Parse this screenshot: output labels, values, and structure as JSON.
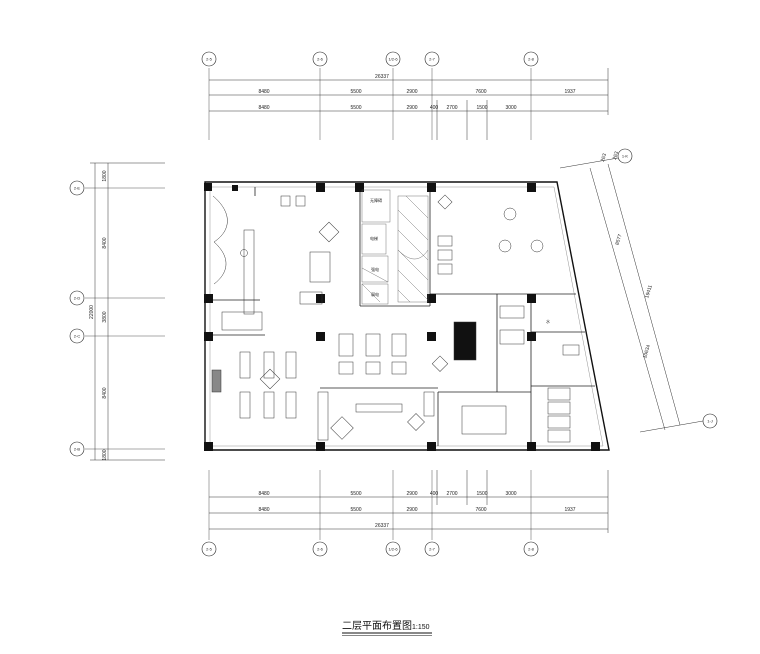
{
  "title": "二层平面布置图",
  "scale": "1:150",
  "axes": {
    "top": [
      "2-5",
      "2-6",
      "1/2-6",
      "2-7",
      "2-8"
    ],
    "bottom": [
      "2-5",
      "2-6",
      "1/2-6",
      "2-7",
      "2-8"
    ],
    "left": [
      "2-E",
      "2-D",
      "2-C",
      "2-B"
    ],
    "right": [
      "1-K",
      "1-J"
    ]
  },
  "dimensions": {
    "top_total": "26337",
    "top_row1": [
      "8480",
      "5500",
      "2900",
      "7600",
      "1937"
    ],
    "top_row2": [
      "8480",
      "5500",
      "2900",
      "400",
      "2700",
      "1500",
      "3000"
    ],
    "bottom_row1": [
      "8480",
      "5500",
      "2900",
      "400",
      "2700",
      "1500",
      "3000"
    ],
    "bottom_row2": [
      "8480",
      "5500",
      "2900",
      "7600",
      "1937"
    ],
    "bottom_total": "26337",
    "left_segments": [
      "1800",
      "8400",
      "3800",
      "8400",
      "1800"
    ],
    "left_total": "22000",
    "right_segments": [
      "263",
      "263",
      "8577",
      "19411",
      "10634"
    ]
  },
  "rooms": {
    "water": "水",
    "stair_a": "无障碍",
    "stair_b": "电梯",
    "stair_c": "强电",
    "stair_d": "弱电"
  }
}
